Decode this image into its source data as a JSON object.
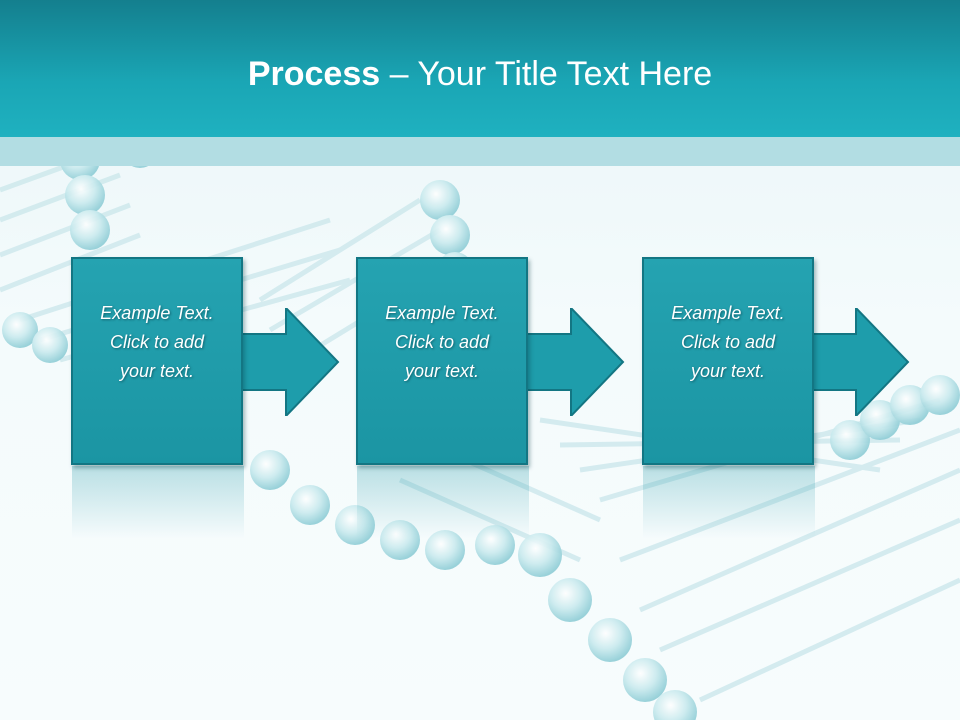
{
  "slide": {
    "title_bold": "Process",
    "title_rest": " – Your Title Text Here"
  },
  "steps": [
    {
      "text_lines": [
        "Example Text.",
        "Click  to add",
        "your text."
      ]
    },
    {
      "text_lines": [
        "Example Text.",
        "Click  to add",
        "your text."
      ]
    },
    {
      "text_lines": [
        "Example Text.",
        "Click  to add",
        "your text."
      ]
    }
  ],
  "colors": {
    "header": "#1aa6b5",
    "band": "#b2dde3",
    "box": "#1e9dab",
    "box_border": "#137683"
  },
  "icons": [
    "arrow-right-icon",
    "dna-helix-background"
  ]
}
